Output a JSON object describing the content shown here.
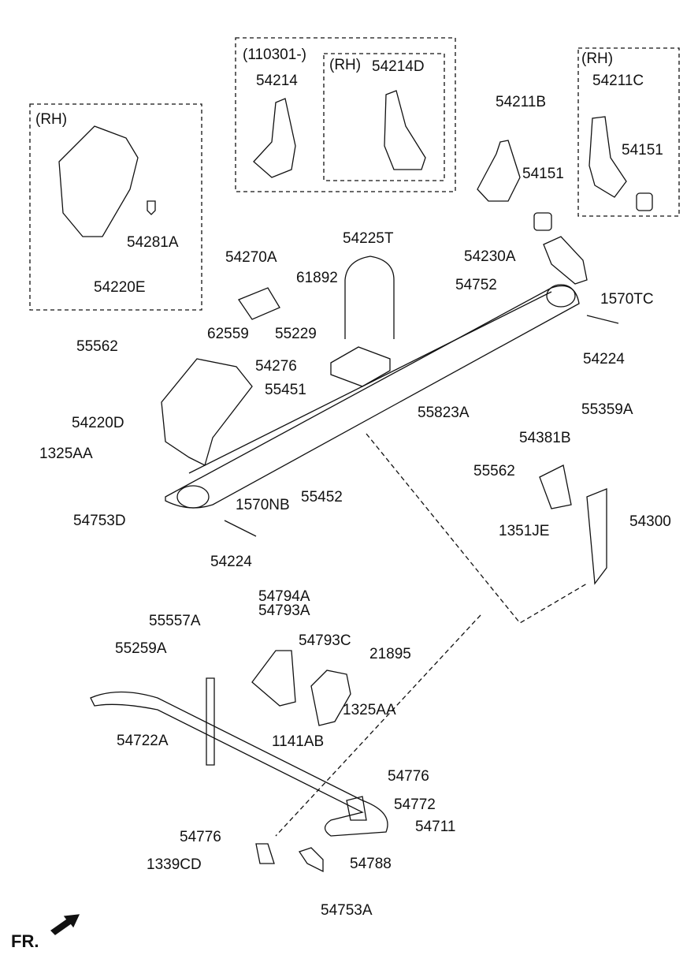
{
  "labels": {
    "date_code": "(110301-)",
    "p54214": "54214",
    "rh_mid": "(RH)",
    "p54214D": "54214D",
    "rh_right": "(RH)",
    "p54211C": "54211C",
    "p54211B": "54211B",
    "p54151_a": "54151",
    "p54151_b": "54151",
    "rh_left": "(RH)",
    "p54281A": "54281A",
    "p54220E": "54220E",
    "p54225T": "54225T",
    "p54270A": "54270A",
    "p61892": "61892",
    "p54230A": "54230A",
    "p54752": "54752",
    "p1570TC": "1570TC",
    "p62559": "62559",
    "p55562_a": "55562",
    "p55229": "55229",
    "p54224_a": "54224",
    "p54276": "54276",
    "p55451": "55451",
    "p55823A": "55823A",
    "p55359A": "55359A",
    "p54220D": "54220D",
    "p54381B": "54381B",
    "p1325AA_a": "1325AA",
    "p55562_b": "55562",
    "p55452": "55452",
    "p1570NB": "1570NB",
    "p54753D": "54753D",
    "p54300": "54300",
    "p1351JE": "1351JE",
    "p54224_b": "54224",
    "p54794A": "54794A",
    "p54793A": "54793A",
    "p55557A": "55557A",
    "p54793C": "54793C",
    "p55259A": "55259A",
    "p21895": "21895",
    "p1325AA_b": "1325AA",
    "p54722A": "54722A",
    "p1141AB": "1141AB",
    "p54776_a": "54776",
    "p54772": "54772",
    "p54711": "54711",
    "p54776_b": "54776",
    "p1339CD": "1339CD",
    "p54788": "54788",
    "p54753A": "54753A",
    "front": "FR."
  }
}
